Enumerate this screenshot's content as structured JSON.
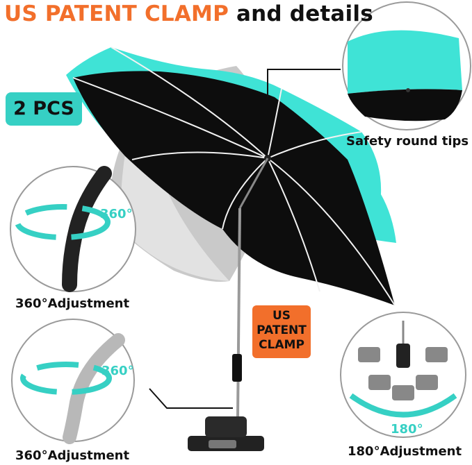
{
  "title": {
    "part1": "US PATENT CLAMP",
    "part2": "and details"
  },
  "badge_pcs": "2 PCS",
  "badge_clamp": {
    "line1": "US",
    "line2": "PATENT",
    "line3": "CLAMP"
  },
  "callouts": {
    "safety_tips": "Safety round tips",
    "adjust_top": "360°Adjustment",
    "adjust_bottom": "360°Adjustment",
    "adjust_180": "180°Adjustment"
  },
  "degree_marks": {
    "top": "360°",
    "bottom": "360°",
    "right": "180°"
  },
  "colors": {
    "canopy": "#3fe3d6",
    "accent": "#36d0c4",
    "orange": "#f26f2b",
    "underside": "#0d0d0d"
  }
}
